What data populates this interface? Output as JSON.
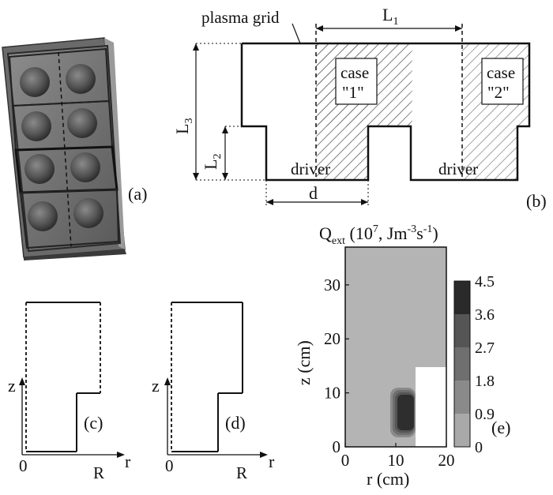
{
  "panel_labels": {
    "a": "(a)",
    "b": "(b)",
    "c": "(c)",
    "d": "(d)",
    "e": "(e)"
  },
  "panel_b": {
    "grid_label": "plasma grid",
    "L1": "L",
    "L1_sub": "1",
    "L2": "L",
    "L2_sub": "2",
    "L3": "L",
    "L3_sub": "3",
    "d": "d",
    "driver1": "driver",
    "driver2": "driver",
    "case1_word": "case",
    "case1_num": "\"1\"",
    "case2_word": "case",
    "case2_num": "\"2\""
  },
  "panel_c": {
    "z": "z",
    "r": "r",
    "zero": "0",
    "R": "R"
  },
  "panel_d": {
    "z": "z",
    "r": "r",
    "zero": "0",
    "R": "R"
  },
  "panel_e": {
    "title_Q": "Q",
    "title_sub": "ext",
    "title_open": " (10",
    "title_exp7": "7",
    "title_units_a": ", Jm",
    "title_exp_m3": "-3",
    "title_units_b": "s",
    "title_exp_m1": "-1",
    "title_close": ")",
    "xlabel": "r (cm)",
    "ylabel": "z (cm)",
    "xticks": [
      "0",
      "10",
      "20"
    ],
    "yticks": [
      "0",
      "10",
      "20",
      "30"
    ],
    "colorbar_ticks": [
      "4.5",
      "3.6",
      "2.7",
      "1.8",
      "0.9",
      "0"
    ],
    "colors": {
      "background": "#b4b4b4",
      "rim1": "#8a8a8a",
      "rim2": "#5a5a5a",
      "core": "#2e2e2e"
    }
  }
}
